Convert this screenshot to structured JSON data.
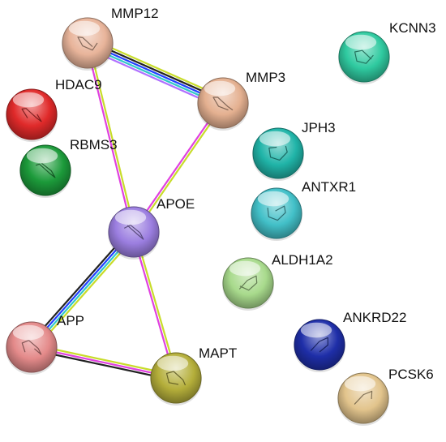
{
  "nodes": [
    {
      "id": "MMP12",
      "label": "MMP12",
      "color": "#e8b49a"
    },
    {
      "id": "MMP3",
      "label": "MMP3",
      "color": "#e4b090"
    },
    {
      "id": "HDAC9",
      "label": "HDAC9",
      "color": "#e02a2a"
    },
    {
      "id": "RBMS3",
      "label": "RBMS3",
      "color": "#1c9a3a"
    },
    {
      "id": "APOE",
      "label": "APOE",
      "color": "#9b7ee0"
    },
    {
      "id": "APP",
      "label": "APP",
      "color": "#e48a8a"
    },
    {
      "id": "MAPT",
      "label": "MAPT",
      "color": "#b4ae3a"
    },
    {
      "id": "KCNN3",
      "label": "KCNN3",
      "color": "#2fcaa0"
    },
    {
      "id": "JPH3",
      "label": "JPH3",
      "color": "#20b4a8"
    },
    {
      "id": "ANTXR1",
      "label": "ANTXR1",
      "color": "#42c0c8"
    },
    {
      "id": "ALDH1A2",
      "label": "ALDH1A2",
      "color": "#a8da8c"
    },
    {
      "id": "ANKRD22",
      "label": "ANKRD22",
      "color": "#1e2ea8"
    },
    {
      "id": "PCSK6",
      "label": "PCSK6",
      "color": "#e2c48c"
    }
  ],
  "edges": [
    {
      "from": "MMP12",
      "to": "MMP3",
      "colors": [
        "#c8dc2a",
        "#222222",
        "#2040ff",
        "#30c8c8",
        "#b070ff"
      ]
    },
    {
      "from": "MMP12",
      "to": "APOE",
      "colors": [
        "#c8dc2a",
        "#e040e0"
      ]
    },
    {
      "from": "MMP3",
      "to": "APOE",
      "colors": [
        "#c8dc2a",
        "#e040e0"
      ]
    },
    {
      "from": "APOE",
      "to": "APP",
      "colors": [
        "#c8dc2a",
        "#30c8c8",
        "#2040ff",
        "#222222"
      ]
    },
    {
      "from": "APOE",
      "to": "MAPT",
      "colors": [
        "#c8dc2a",
        "#e040e0"
      ]
    },
    {
      "from": "APP",
      "to": "MAPT",
      "colors": [
        "#c8dc2a",
        "#e040e0",
        "#222222"
      ]
    }
  ]
}
